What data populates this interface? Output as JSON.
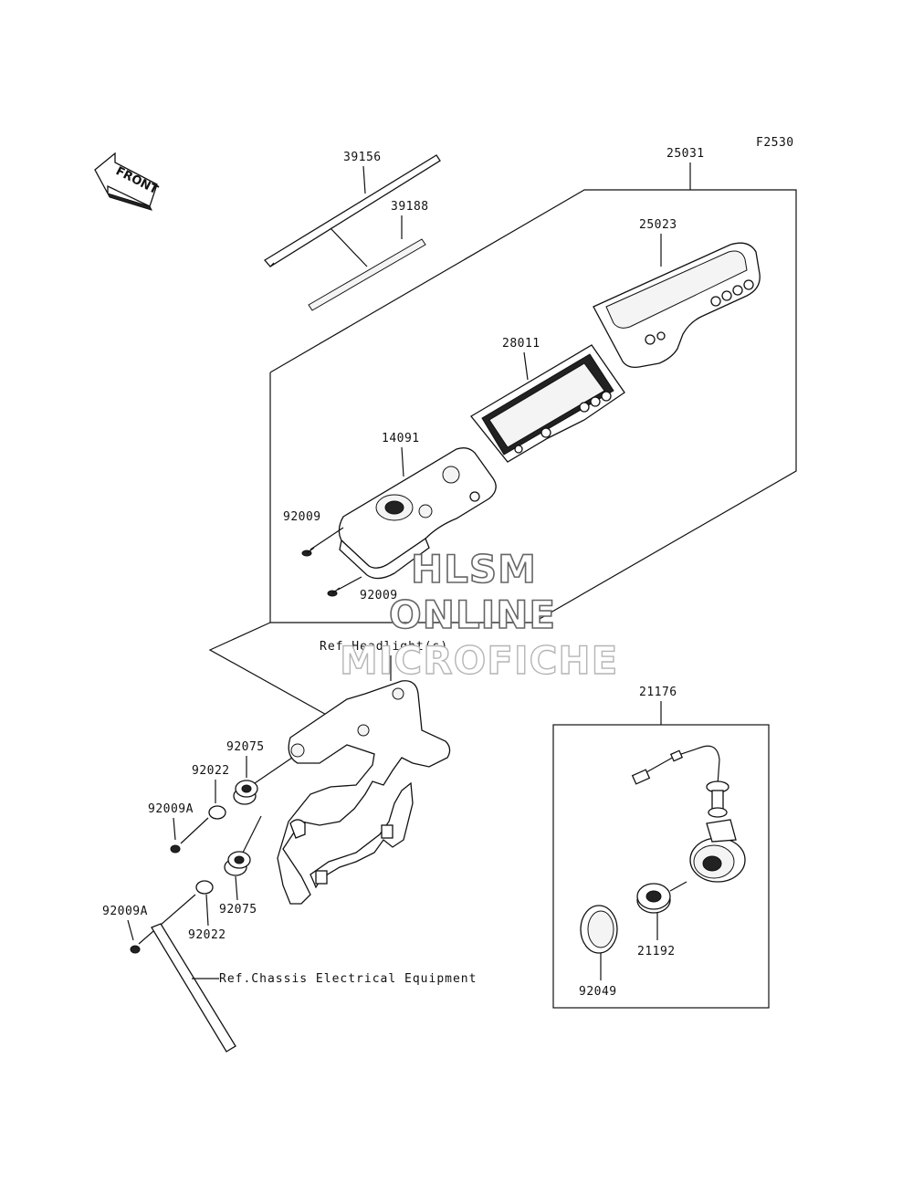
{
  "diagram": {
    "code": "F2530",
    "front_label": "FRONT",
    "part_numbers": {
      "p39156": "39156",
      "p39188": "39188",
      "p25031": "25031",
      "p25023": "25023",
      "p28011": "28011",
      "p14091": "14091",
      "p92009_a": "92009",
      "p92009_b": "92009",
      "p21176": "21176",
      "p92075_a": "92075",
      "p92075_b": "92075",
      "p92022_a": "92022",
      "p92022_b": "92022",
      "p92009A_a": "92009A",
      "p92009A_b": "92009A",
      "p21192": "21192",
      "p92049": "92049"
    },
    "references": {
      "headlight": "Ref.Headlight(s)",
      "chassis": "Ref.Chassis Electrical Equipment"
    },
    "watermark": {
      "line1": "HLSM",
      "line2": "ONLINE",
      "line3": "MICROFICHE"
    }
  }
}
